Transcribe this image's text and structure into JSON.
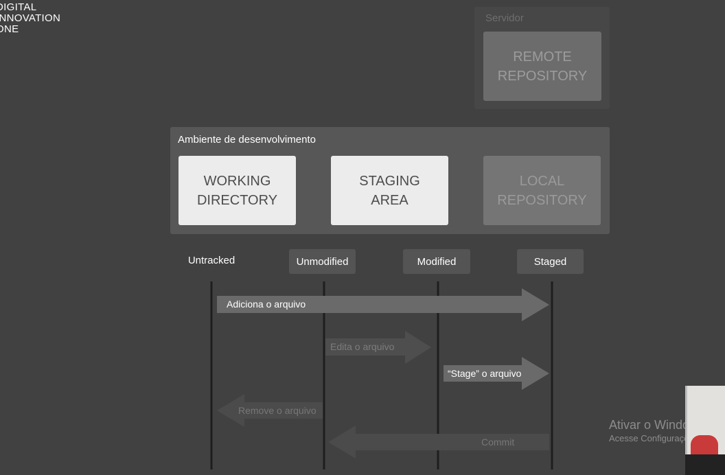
{
  "logo": {
    "line1": "DIGITAL",
    "line2": "INNOVATION",
    "line3": "ONE"
  },
  "server": {
    "label": "Servidor",
    "remote_repository": "REMOTE\nREPOSITORY"
  },
  "dev_environment": {
    "label": "Ambiente de desenvolvimento",
    "working_directory": "WORKING\nDIRECTORY",
    "staging_area": "STAGING\nAREA",
    "local_repository": "LOCAL\nREPOSITORY"
  },
  "states": {
    "untracked": "Untracked",
    "unmodified": "Unmodified",
    "modified": "Modified",
    "staged": "Staged"
  },
  "transitions": {
    "add": "Adiciona o arquivo",
    "edit": "Edita o arquivo",
    "stage": "“Stage” o arquivo",
    "remove": "Remove o arquivo",
    "commit": "Commit"
  },
  "windows_watermark": {
    "title": "Ativar o Windows",
    "subtitle": "Acesse Configurações para"
  },
  "colors": {
    "background": "#414141",
    "panel": "#575757",
    "box_active": "#ececec",
    "box_inactive": "#757575",
    "arrow_bright": "#6a6a6a",
    "arrow_dim": "#4d4d4d"
  }
}
